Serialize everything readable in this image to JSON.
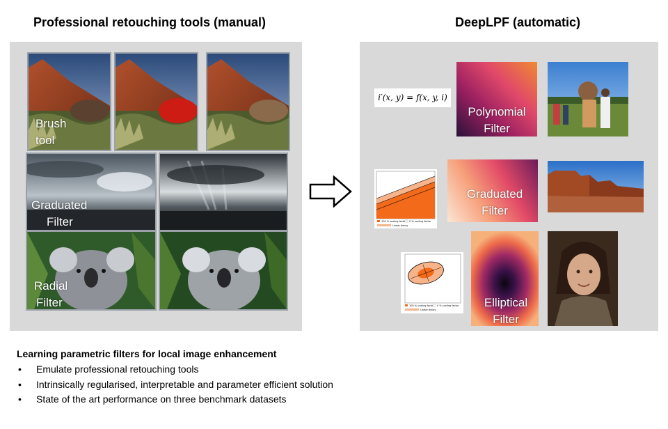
{
  "left": {
    "title": "Professional retouching tools (manual)",
    "labels": {
      "brush": [
        "Brush",
        "tool"
      ],
      "graduated": [
        "Graduated",
        "Filter"
      ],
      "radial": [
        "Radial",
        "Filter"
      ]
    }
  },
  "right": {
    "title": "DeepLPF (automatic)",
    "equation": "i′(x, y) = f(x, y, i)",
    "labels": {
      "polynomial": [
        "Polynomial",
        "Filter"
      ],
      "graduated": [
        "Graduated",
        "Filter"
      ],
      "elliptical": [
        "Elliptical",
        "Filter"
      ]
    },
    "diagram_legend": {
      "full": "100 % scaling factor",
      "zero": "0 % scaling factor",
      "decay": "Linear decay"
    }
  },
  "arrow_icon": "right-arrow-icon",
  "summary": {
    "heading": "Learning parametric filters for local image enhancement",
    "bullets": [
      "Emulate professional retouching tools",
      "Intrinsically regularised, interpretable and parameter efficient solution",
      "State of the art performance on three benchmark datasets"
    ]
  }
}
